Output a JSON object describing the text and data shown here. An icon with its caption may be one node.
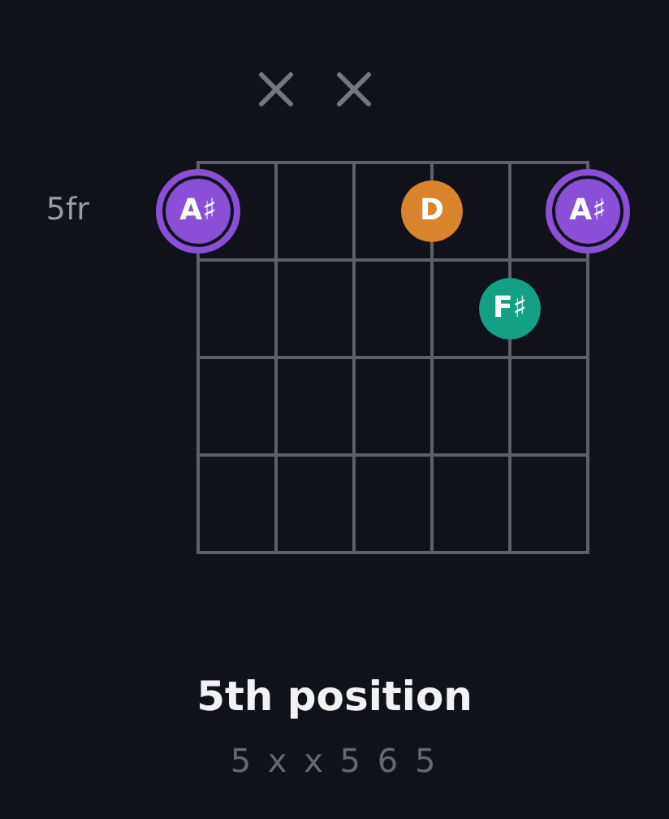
{
  "diagram": {
    "title": "5th position",
    "caption": "5 x x 5 6 5",
    "nodes": [
      {
        "text": [
          "A♯"
        ]
      },
      {
        "text": [
          "D"
        ]
      },
      {
        "text": [
          "A♯"
        ]
      },
      {
        "text": [
          "F♯"
        ]
      }
    ],
    "labels": [
      "5fr"
    ]
  }
}
